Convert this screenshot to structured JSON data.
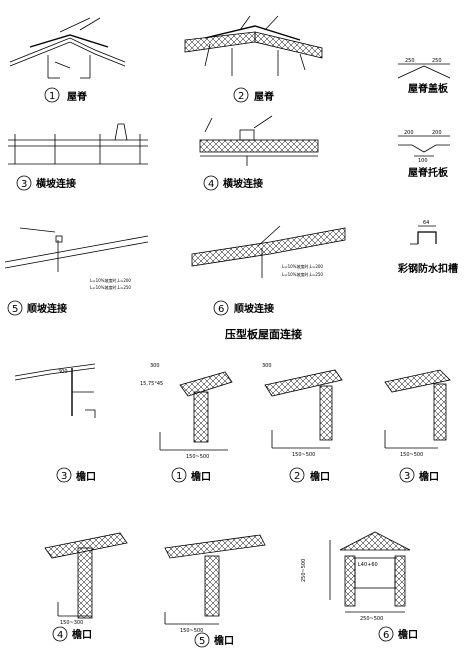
{
  "section_title": "压型板屋面连接",
  "details": [
    {
      "num": "1",
      "label": "屋脊"
    },
    {
      "num": "2",
      "label": "屋脊"
    },
    {
      "num": "",
      "label": "屋脊盖板"
    },
    {
      "num": "3",
      "label": "横坡连接"
    },
    {
      "num": "4",
      "label": "横坡连接"
    },
    {
      "num": "",
      "label": "屋脊托板"
    },
    {
      "num": "5",
      "label": "顺坡连接"
    },
    {
      "num": "6",
      "label": "顺坡连接"
    },
    {
      "num": "",
      "label": "彩钢防水扣槽"
    }
  ],
  "eaves": [
    {
      "num": "3",
      "label": "檐口"
    },
    {
      "num": "1",
      "label": "檐口"
    },
    {
      "num": "2",
      "label": "檐口"
    },
    {
      "num": "3",
      "label": "檐口"
    },
    {
      "num": "4",
      "label": "檐口"
    },
    {
      "num": "5",
      "label": "檐口"
    },
    {
      "num": "6",
      "label": "檐口"
    }
  ],
  "dims": {
    "cap_left": "250",
    "cap_right": "250",
    "tray_left": "200",
    "tray_right": "200",
    "tray_mid": "100",
    "groove_top": "64",
    "span_1": "150~500",
    "span_2": "150~500",
    "span_3": "150~500",
    "span_4": "150~300",
    "span_5": "150~500",
    "span_6": "250~500",
    "height_6": "250~500",
    "angle_1": "15,75°45",
    "board_300a": "300",
    "board_300b": "300",
    "board_300c": "300",
    "width_6": "L40+60"
  },
  "notes": {
    "lap_1": "L=10%坡度时,L=200",
    "lap_2": "L=10%坡度时,L=250"
  }
}
